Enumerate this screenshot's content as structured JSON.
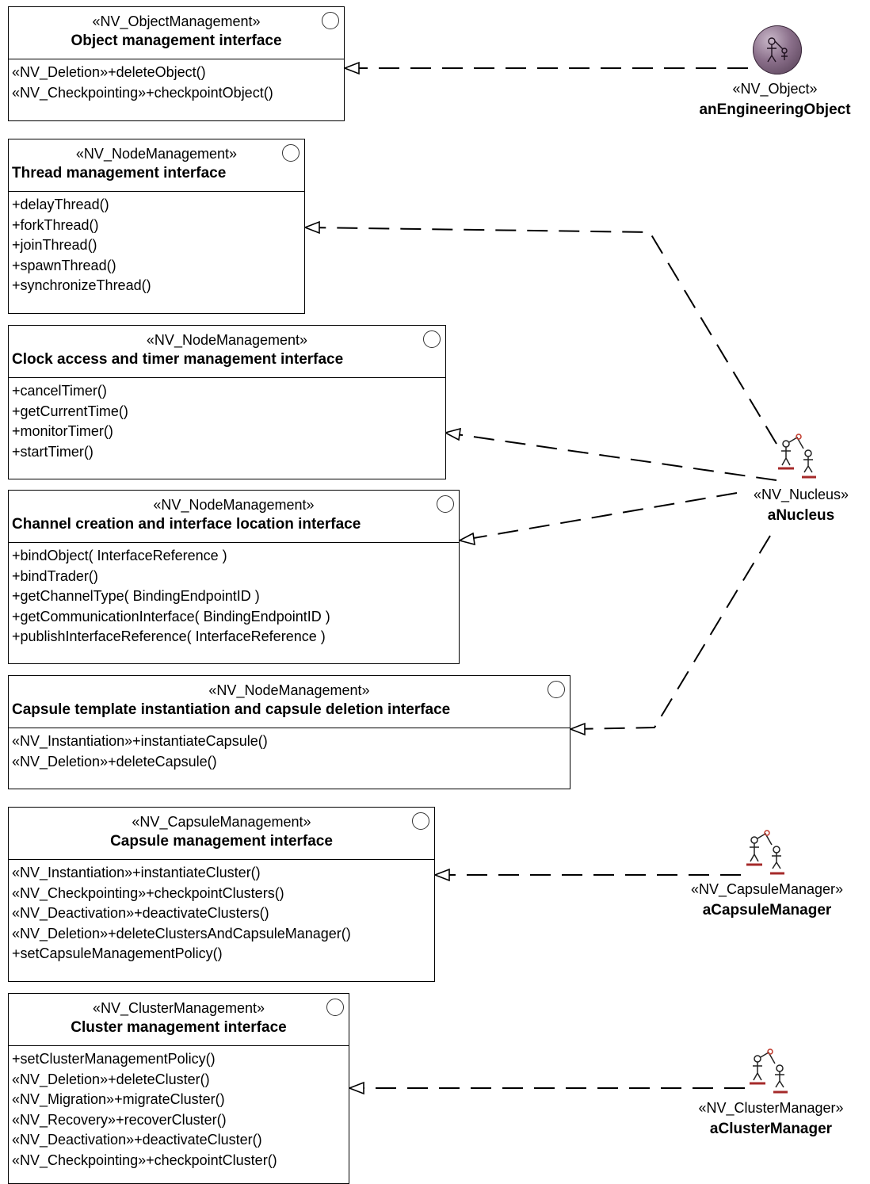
{
  "interfaces": [
    {
      "stereotype": "«NV_ObjectManagement»",
      "name": "Object management interface",
      "operations": [
        "«NV_Deletion»+deleteObject()",
        "«NV_Checkpointing»+checkpointObject()"
      ]
    },
    {
      "stereotype": "«NV_NodeManagement»",
      "name": "Thread management interface",
      "operations": [
        "+delayThread()",
        "+forkThread()",
        "+joinThread()",
        "+spawnThread()",
        "+synchronizeThread()"
      ]
    },
    {
      "stereotype": "«NV_NodeManagement»",
      "name": "Clock access and timer management interface",
      "operations": [
        "+cancelTimer()",
        "+getCurrentTime()",
        "+monitorTimer()",
        "+startTimer()"
      ]
    },
    {
      "stereotype": "«NV_NodeManagement»",
      "name": "Channel creation and interface location interface",
      "operations": [
        "+bindObject( InterfaceReference )",
        "+bindTrader()",
        "+getChannelType( BindingEndpointID )",
        "+getCommunicationInterface( BindingEndpointID )",
        "+publishInterfaceReference( InterfaceReference )"
      ]
    },
    {
      "stereotype": "«NV_NodeManagement»",
      "name": "Capsule template instantiation and capsule deletion interface",
      "operations": [
        "«NV_Instantiation»+instantiateCapsule()",
        "«NV_Deletion»+deleteCapsule()"
      ]
    },
    {
      "stereotype": "«NV_CapsuleManagement»",
      "name": "Capsule management interface",
      "operations": [
        "«NV_Instantiation»+instantiateCluster()",
        "«NV_Checkpointing»+checkpointClusters()",
        "«NV_Deactivation»+deactivateClusters()",
        "«NV_Deletion»+deleteClustersAndCapsuleManager()",
        "+setCapsuleManagementPolicy()"
      ]
    },
    {
      "stereotype": "«NV_ClusterManagement»",
      "name": "Cluster management interface",
      "operations": [
        "+setClusterManagementPolicy()",
        "«NV_Deletion»+deleteCluster()",
        "«NV_Migration»+migrateCluster()",
        "«NV_Recovery»+recoverCluster()",
        "«NV_Deactivation»+deactivateCluster()",
        "«NV_Checkpointing»+checkpointCluster()"
      ]
    }
  ],
  "objects": [
    {
      "stereotype": "«NV_Object»",
      "name": "anEngineeringObject",
      "icon": "engineering-object-globe-icon"
    },
    {
      "stereotype": "«NV_Nucleus»",
      "name": "aNucleus",
      "icon": "nucleus-icon"
    },
    {
      "stereotype": "«NV_CapsuleManager»",
      "name": "aCapsuleManager",
      "icon": "capsule-manager-icon"
    },
    {
      "stereotype": "«NV_ClusterManager»",
      "name": "aClusterManager",
      "icon": "cluster-manager-icon"
    }
  ]
}
